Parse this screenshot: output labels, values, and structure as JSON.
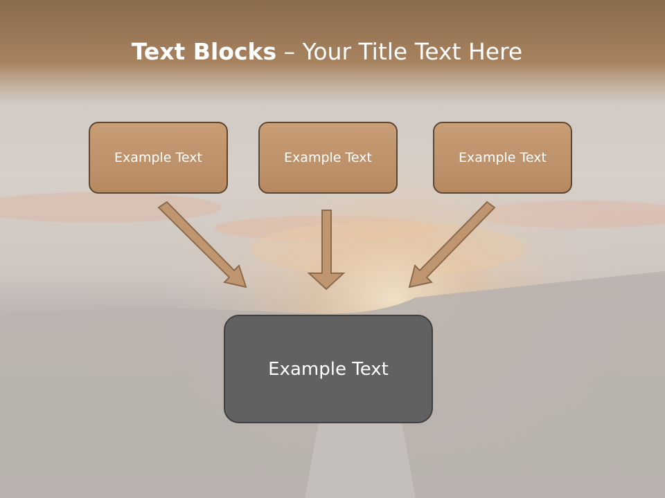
{
  "slide": {
    "title_bold": "Text Blocks",
    "title_separator": " – ",
    "title_rest": "Your Title Text Here"
  },
  "top_blocks": [
    {
      "label": "Example Text"
    },
    {
      "label": "Example Text"
    },
    {
      "label": "Example Text"
    }
  ],
  "bottom_block": {
    "label": "Example Text"
  },
  "colors": {
    "title_band": "#a5805d",
    "block_fill": "#c09670",
    "block_border": "#5d4630",
    "bottom_block_fill": "#616161",
    "arrow_fill": "#c09670"
  }
}
